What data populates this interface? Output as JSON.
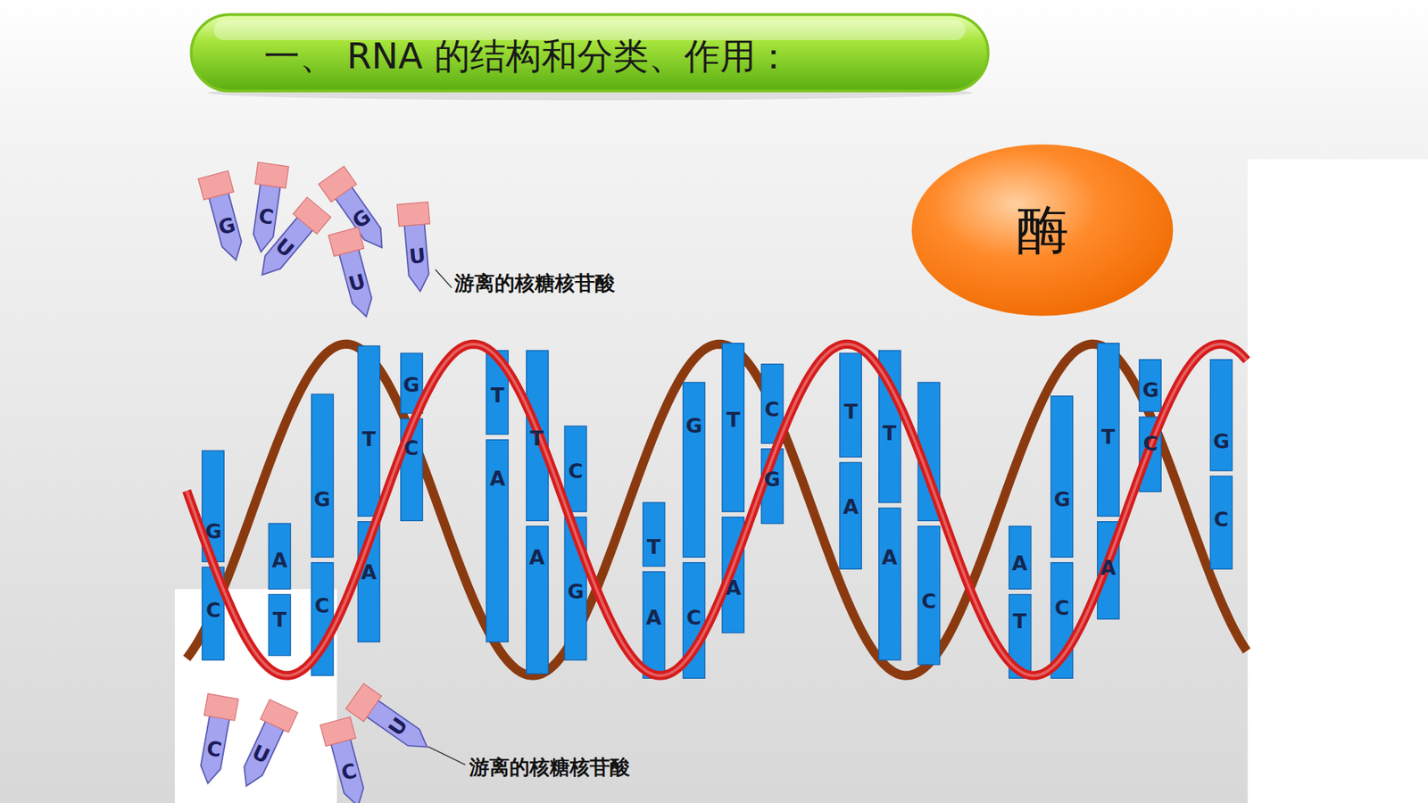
{
  "diagram": {
    "title": "一、 RNA 的结构和分类、作用：",
    "nodes": [
      {
        "text": [
          "酶"
        ]
      }
    ],
    "labels": [
      "G",
      "C",
      "U",
      "G",
      "U",
      "U",
      "游离的核糖核苷酸",
      "G",
      "C",
      "A",
      "T",
      "G",
      "C",
      "T",
      "A",
      "G",
      "C",
      "T",
      "A",
      "T",
      "A",
      "C",
      "G",
      "T",
      "A",
      "G",
      "C",
      "T",
      "A",
      "C",
      "G",
      "T",
      "A",
      "T",
      "A",
      "C",
      "A",
      "T",
      "G",
      "C",
      "T",
      "A",
      "G",
      "C",
      "G",
      "C",
      "C",
      "U",
      "C",
      "U",
      "游离的核糖核苷酸"
    ]
  }
}
